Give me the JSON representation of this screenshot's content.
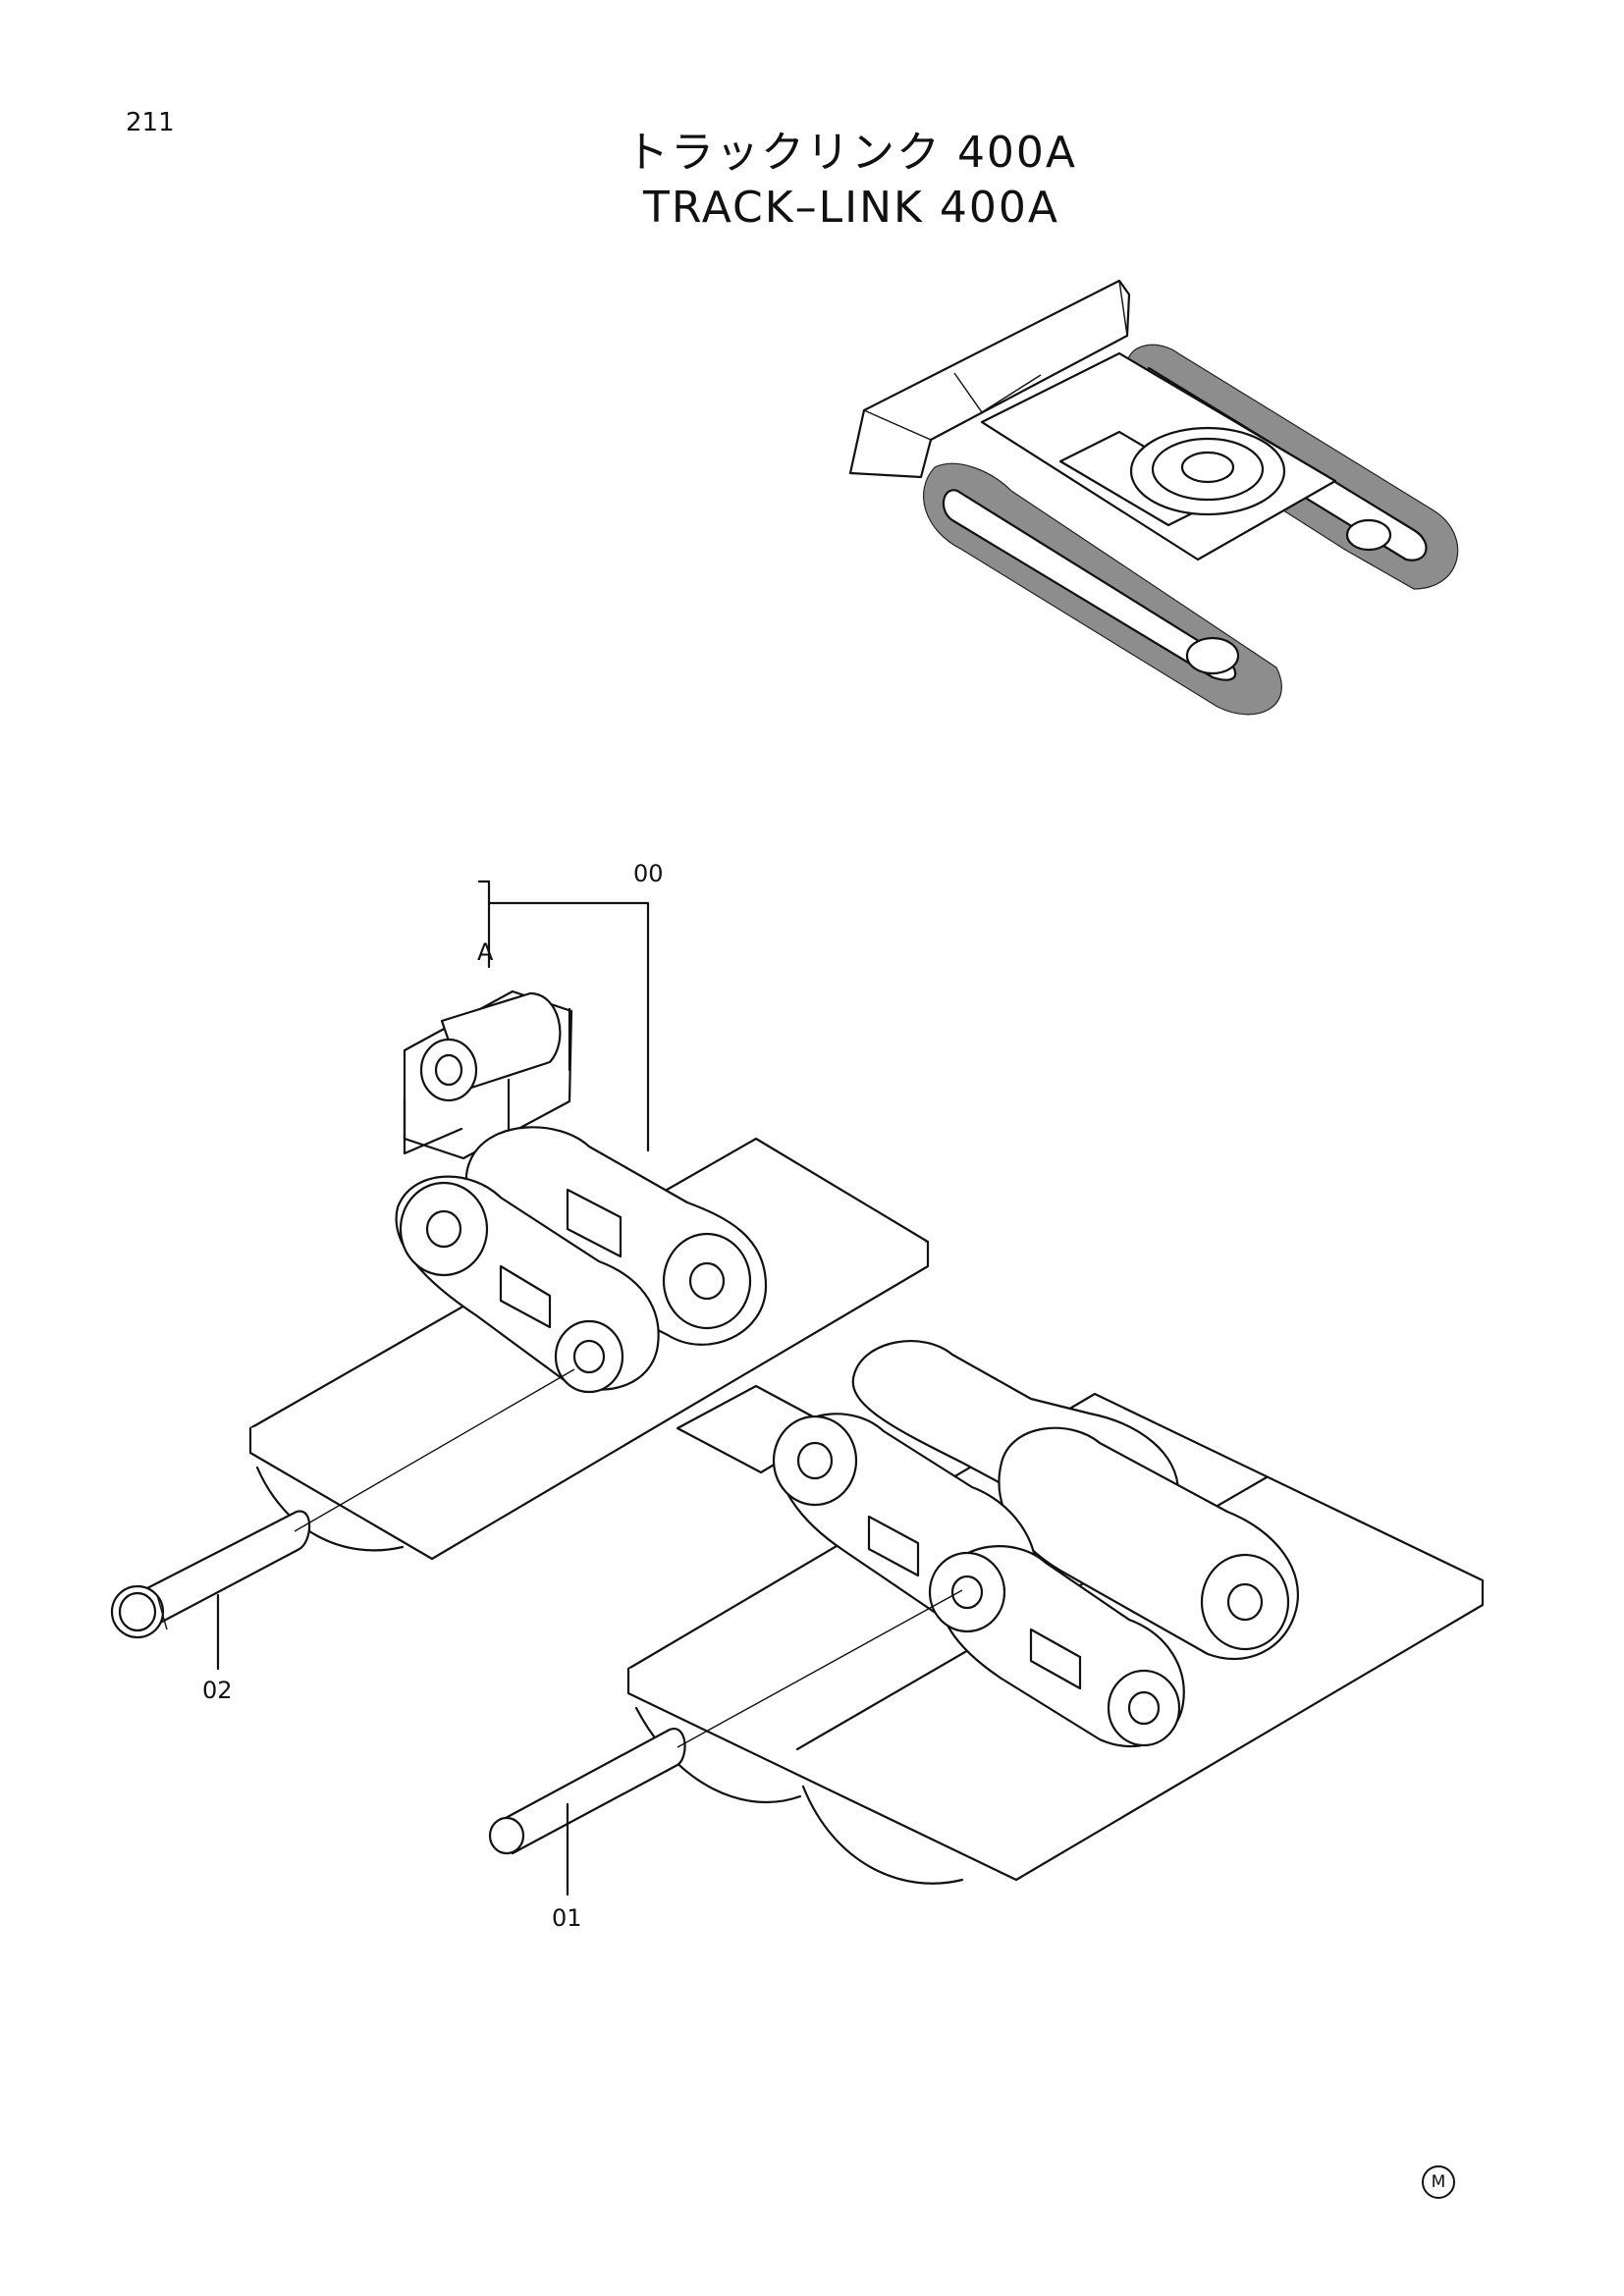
{
  "page": {
    "number": "211",
    "title_jp": "トラックリンク 400A",
    "title_en": "TRACK–LINK 400A",
    "mark": "M"
  },
  "callouts": {
    "assembly": "00",
    "section_a": "A",
    "pin_02": "02",
    "pin_01": "01"
  }
}
